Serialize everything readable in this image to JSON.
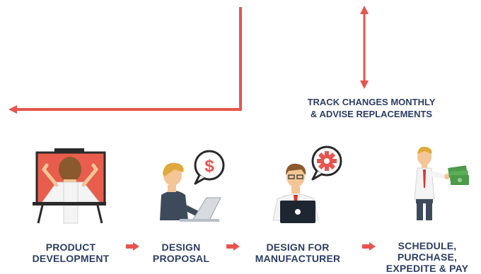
{
  "colors": {
    "arrow": "#e8544e",
    "label_text": "#2c3e63",
    "skin": "#f3c597",
    "hair_brown": "#8a5a2e",
    "hair_blond": "#e0a93b",
    "shirt_white": "#f4f4f4",
    "suit_gray": "#3d4a5c",
    "tie_red": "#d9362f",
    "money_green": "#4c9a4a"
  },
  "feedback_note": {
    "line1": "TRACK CHANGES MONTHLY",
    "line2": "& ADVISE REPLACEMENTS"
  },
  "steps": [
    {
      "id": "product-development",
      "lines": [
        "PRODUCT",
        "DEVELOPMENT"
      ],
      "icon": "person-at-monitor-icon"
    },
    {
      "id": "design-proposal",
      "lines": [
        "DESIGN",
        "PROPOSAL"
      ],
      "icon": "person-with-laptop-dollar-bubble-icon"
    },
    {
      "id": "design-for-manufacturer",
      "lines": [
        "DESIGN FOR",
        "MANUFACTURER"
      ],
      "icon": "person-with-laptop-gear-bubble-icon"
    },
    {
      "id": "schedule-purchase",
      "lines": [
        "SCHEDULE,",
        "PURCHASE,",
        "EXPEDITE & PAY"
      ],
      "icon": "businessman-holding-money-icon"
    }
  ],
  "connectors": [
    "right-arrow-icon",
    "right-arrow-icon",
    "right-arrow-icon"
  ]
}
